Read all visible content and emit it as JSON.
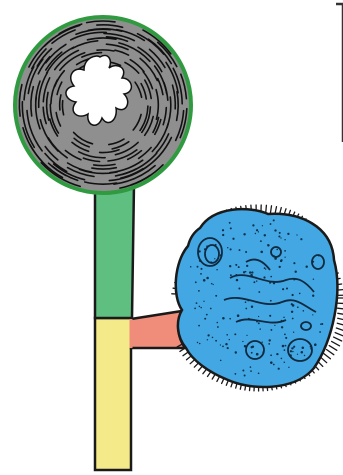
{
  "colors": {
    "background": "#ffffff",
    "bulb_fill": "#8f8f8f",
    "bulb_outline": "#2f9a3f",
    "bulb_inner_cavity": "#ffffff",
    "stalk_upper": "#5fbf80",
    "stalk_lower": "#f4ea8a",
    "connector": "#ef8c7a",
    "cell_body": "#42a7e2",
    "outline": "#1a1a1a",
    "corner_bracket": "#333333"
  },
  "parts": {
    "bulb": "grey-bulb-with-star-cavity",
    "stalk_upper": "green-stalk-segment",
    "stalk_lower": "yellow-stalk-segment",
    "connector": "pink-connector",
    "cell": "blue-ciliated-cell"
  }
}
